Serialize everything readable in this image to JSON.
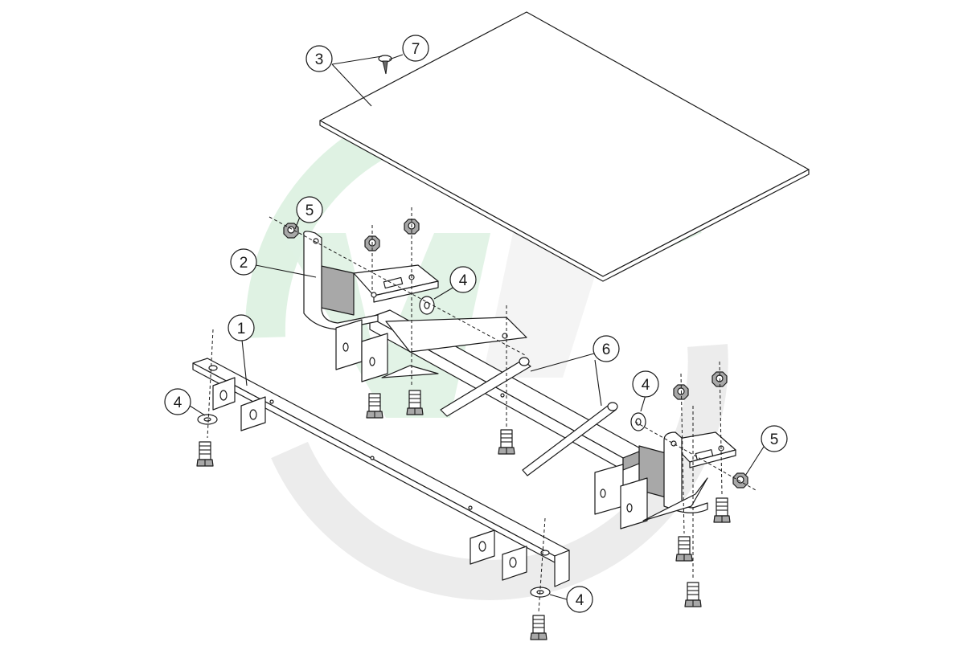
{
  "watermark": {
    "color_green": "#dff2e3",
    "color_grey": "#ececec"
  },
  "callouts": [
    {
      "id": "c1",
      "label": "1"
    },
    {
      "id": "c2",
      "label": "2"
    },
    {
      "id": "c3",
      "label": "3"
    },
    {
      "id": "c4a",
      "label": "4"
    },
    {
      "id": "c4b",
      "label": "4"
    },
    {
      "id": "c4c",
      "label": "4"
    },
    {
      "id": "c4d",
      "label": "4"
    },
    {
      "id": "c5a",
      "label": "5"
    },
    {
      "id": "c5b",
      "label": "5"
    },
    {
      "id": "c6",
      "label": "6"
    },
    {
      "id": "c7",
      "label": "7"
    }
  ]
}
